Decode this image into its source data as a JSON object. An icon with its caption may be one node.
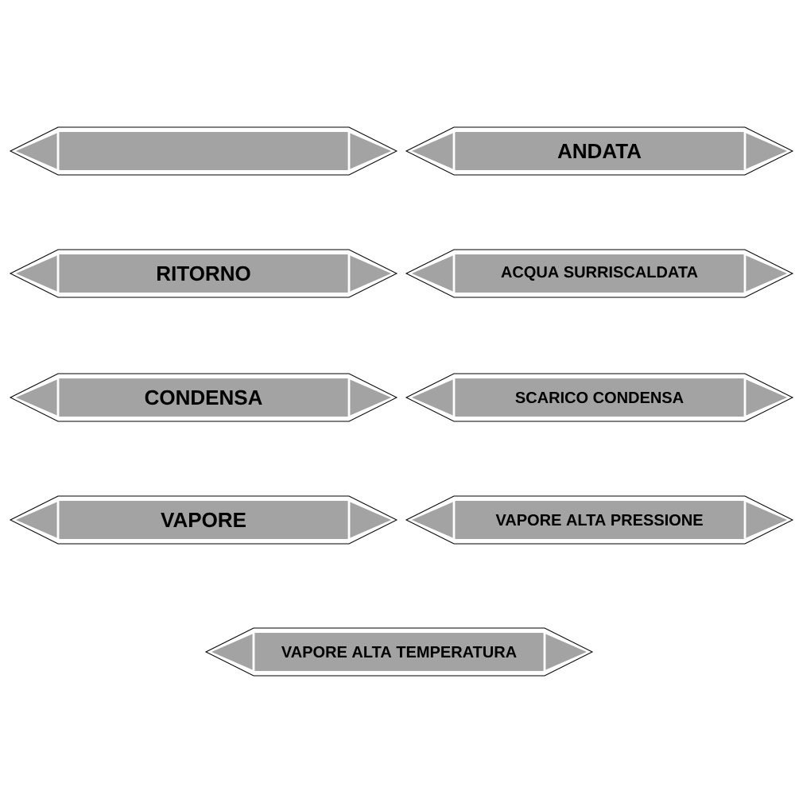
{
  "diagram": {
    "nodes": [
      {
        "text": [],
        "shape": "box"
      },
      {
        "text": [
          "ANDATA"
        ]
      },
      {
        "text": [
          "RITORNO"
        ]
      },
      {
        "text": [
          "ACQUA SURRISCALDATA"
        ]
      },
      {
        "text": [
          "CONDENSA"
        ]
      },
      {
        "text": [
          "SCARICO CONDENSA"
        ]
      },
      {
        "text": [
          "VAPORE"
        ]
      },
      {
        "text": [
          "VAPORE ALTA PRESSIONE"
        ]
      },
      {
        "text": [
          "VAPORE ALTA TEMPERATURA"
        ]
      }
    ]
  }
}
